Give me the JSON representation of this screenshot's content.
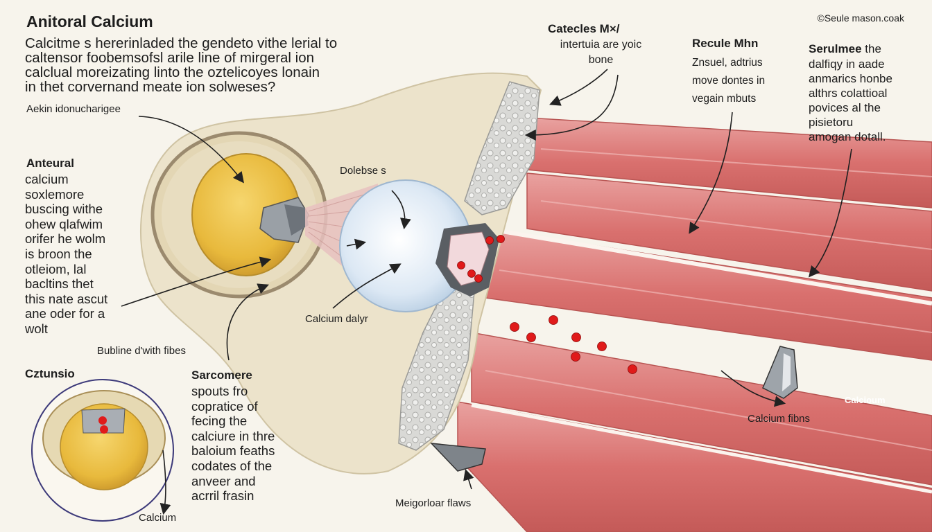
{
  "title": "Anitoral Calcium",
  "credit": "©Seule mason.coak",
  "intro": "Calcitme s hererinladed the gendeto vithe lerial to\ncaltensor foobemsofsl arile line of mirgeral ion\ncalclual moreizating linto the oztelicoyes lonain\nin thet corvernand meate ion solweses?",
  "labels": {
    "top_left_caption": "Aekin idonucharigee",
    "left_heading": "Anteural",
    "left_body": "calcium\nsoxlemore\nbuscing withe\nohew qlafwim\norifer he wolm\nis broon the\notleiom, lal\nbacltins thet\nthis nate ascut\nane oder for a\nwolt",
    "fibres_caption": "Bubline d'with fibes",
    "inset_heading": "Cztunsio",
    "inset_caption": "Calcium",
    "sarcomere_heading": "Sarcomere",
    "sarcomere_body": "spouts fro\ncopratice of\nfecing the\ncalciure in thre\nbaloium feaths\ncodates of the\nanveer and\nacrril frasin",
    "center_label": "Dolebse s",
    "calcium_label": "Calcium dalyr",
    "bottom_caption": "Meigorloar flaws",
    "top_center_heading": "Catecles M×/",
    "top_center_body": "intertuia are yoic\nbone",
    "right1_heading": "Recule Mhn",
    "right1_body": "Znsuel, adtrius\nmove dontes in\nvegain mbuts",
    "right2_heading": "Serulmee",
    "right2_heading_rest": " the",
    "right2_body": "dalfiqy in aade\nanmarics honbe\nalthrs colattioal\npovices al the\npisietoru\namogan dotall.",
    "calcium_fibres": "Calcium fibns",
    "calcium_muscle": "Calcioum"
  },
  "colors": {
    "bone": "#ece3cb",
    "cartilage_yellow": "#efc64a",
    "muscle_red": "#d9716f",
    "calcium_dot": "#e01a1a",
    "synovial_blue": "#dfeaf5"
  }
}
